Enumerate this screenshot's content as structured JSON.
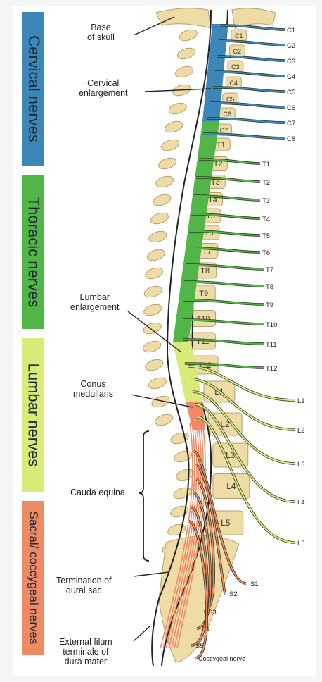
{
  "regions": [
    {
      "id": "cervical",
      "label": "Cervical nerves",
      "color": "#3d86b8"
    },
    {
      "id": "thoracic",
      "label": "Thoracic nerves",
      "color": "#52b547"
    },
    {
      "id": "lumbar",
      "label": "Lumbar nerves",
      "color": "#d8ea78"
    },
    {
      "id": "sacral",
      "label": "Sacral/ coccygeal nerves",
      "color": "#ee8a64"
    }
  ],
  "callouts": {
    "base_of_skull": [
      "Base",
      "of skull"
    ],
    "cervical_enlargement": [
      "Cervical",
      "enlargement"
    ],
    "lumbar_enlargement": [
      "Lumbar",
      "enlargement"
    ],
    "conus_medullaris": [
      "Conus",
      "medullaris"
    ],
    "cauda_equina": [
      "Cauda equina"
    ],
    "termination_dural_sac": [
      "Termination of",
      "dural sac"
    ],
    "external_filum": [
      "External filum",
      "terminale of",
      "dura mater"
    ]
  },
  "vertebrae": [
    "C1",
    "C2",
    "C3",
    "C4",
    "C5",
    "C6",
    "C7",
    "T1",
    "T2",
    "T3",
    "T4",
    "T5",
    "T6",
    "T7",
    "T8",
    "T9",
    "T10",
    "T11",
    "T12",
    "L1",
    "L2",
    "L3",
    "L4",
    "L5"
  ],
  "nerves": [
    "C1",
    "C2",
    "C3",
    "C4",
    "C5",
    "C6",
    "C7",
    "C8",
    "T1",
    "T2",
    "T3",
    "T4",
    "T5",
    "T6",
    "T7",
    "T8",
    "T9",
    "T10",
    "T11",
    "T12",
    "L1",
    "L2",
    "L3",
    "L4",
    "L5",
    "S1",
    "S2",
    "S3",
    "S4",
    "S5",
    "Coccygeal nerve"
  ],
  "colors": {
    "cervical": "#3d86b8",
    "thoracic": "#52b547",
    "lumbar": "#d8ea78",
    "sacral": "#ee8a64",
    "bone": "#eedba6",
    "bone_edge": "#b8a070",
    "cord": "#e9edd0"
  }
}
